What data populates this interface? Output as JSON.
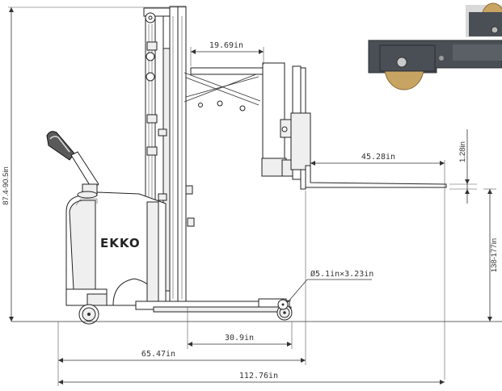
{
  "diagram": {
    "brand_label": "EKKO",
    "dimensions": {
      "overall_height": "87.4-90.5in",
      "reach_extension": "19.69in",
      "fork_length": "45.28in",
      "fork_thickness": "1.28in",
      "lift_height": "138-177in",
      "wheel_size": "Ø5.1in×3.23in",
      "wheelbase": "30.9in",
      "length_to_fork_face": "65.47in",
      "overall_length": "112.76in"
    },
    "colors": {
      "line": "#333333",
      "inset_frame": "#4a4f55",
      "inset_wheel": "#c8a463"
    }
  }
}
